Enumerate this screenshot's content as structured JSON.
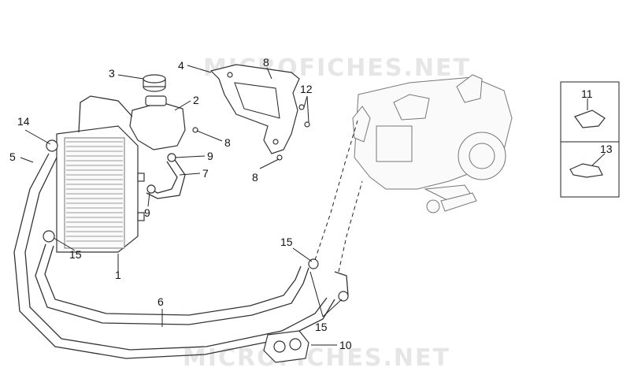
{
  "watermark": {
    "top": "MICROFICHES.NET",
    "bottom": "MICROFICHES.NET"
  },
  "callouts": [
    {
      "id": "c1",
      "label": "1"
    },
    {
      "id": "c2",
      "label": "2"
    },
    {
      "id": "c3",
      "label": "3"
    },
    {
      "id": "c4",
      "label": "4"
    },
    {
      "id": "c5",
      "label": "5"
    },
    {
      "id": "c6",
      "label": "6"
    },
    {
      "id": "c7",
      "label": "7"
    },
    {
      "id": "c8a",
      "label": "8"
    },
    {
      "id": "c8b",
      "label": "8"
    },
    {
      "id": "c8c",
      "label": "8"
    },
    {
      "id": "c9a",
      "label": "9"
    },
    {
      "id": "c9b",
      "label": "9"
    },
    {
      "id": "c10",
      "label": "10"
    },
    {
      "id": "c11",
      "label": "11"
    },
    {
      "id": "c12",
      "label": "12"
    },
    {
      "id": "c13",
      "label": "13"
    },
    {
      "id": "c14",
      "label": "14"
    },
    {
      "id": "c15a",
      "label": "15"
    },
    {
      "id": "c15b",
      "label": "15"
    },
    {
      "id": "c15c",
      "label": "15"
    }
  ]
}
